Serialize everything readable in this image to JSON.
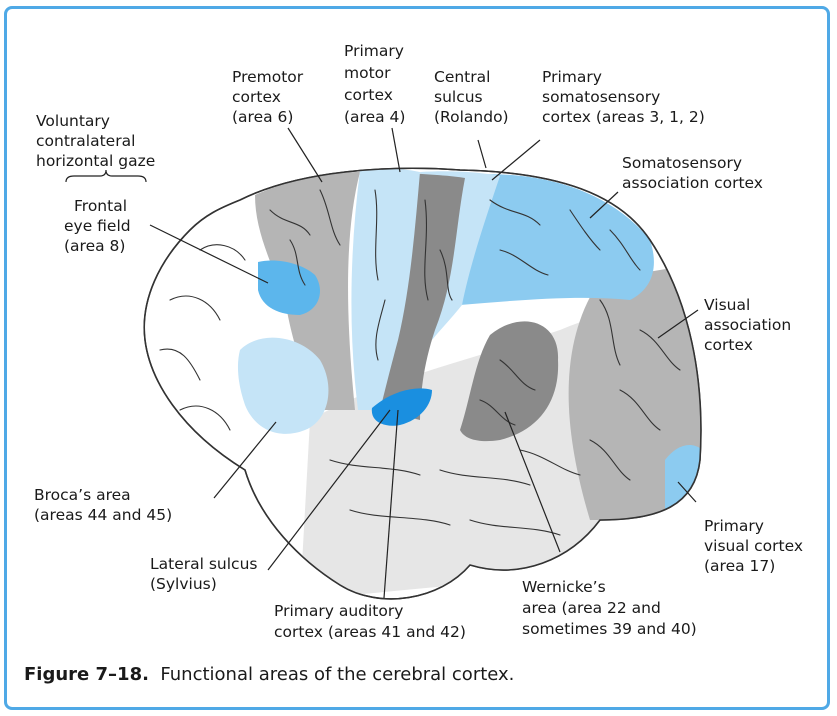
{
  "labels": {
    "voluntary_gaze": [
      "Voluntary",
      "contralateral",
      "horizontal gaze"
    ],
    "frontal_eye_field": [
      "Frontal",
      "eye field",
      "(area 8)"
    ],
    "premotor": [
      "Premotor",
      "cortex",
      "(area 6)"
    ],
    "primary_motor": [
      "Primary",
      "motor",
      "cortex",
      "(area 4)"
    ],
    "central_sulcus": [
      "Central",
      "sulcus",
      "(Rolando)"
    ],
    "primary_somatosensory": [
      "Primary",
      "somatosensory",
      "cortex (areas 3, 1, 2)"
    ],
    "somatosensory_association": [
      "Somatosensory",
      "association cortex"
    ],
    "visual_association": [
      "Visual",
      "association",
      "cortex"
    ],
    "brocas_area": [
      "Broca’s area",
      "(areas 44 and 45)"
    ],
    "lateral_sulcus": [
      "Lateral sulcus",
      "(Sylvius)"
    ],
    "primary_auditory": [
      "Primary auditory",
      "cortex (areas 41 and 42)"
    ],
    "wernickes_area": [
      "Wernicke’s",
      "area (area 22 and",
      "sometimes 39 and 40)"
    ],
    "primary_visual": [
      "Primary",
      "visual cortex",
      "(area 17)"
    ]
  },
  "caption": {
    "number": "Figure 7–18.",
    "text": "Functional areas of the cerebral cortex."
  },
  "colors": {
    "frame": "#4fa9e6",
    "light_blue": "#c5e4f7",
    "mid_blue": "#8ccbf0",
    "bright_blue": "#1a8fe0",
    "dark_gray": "#8a8a8a",
    "mid_gray": "#b5b5b5",
    "light_gray": "#e6e6e6"
  }
}
